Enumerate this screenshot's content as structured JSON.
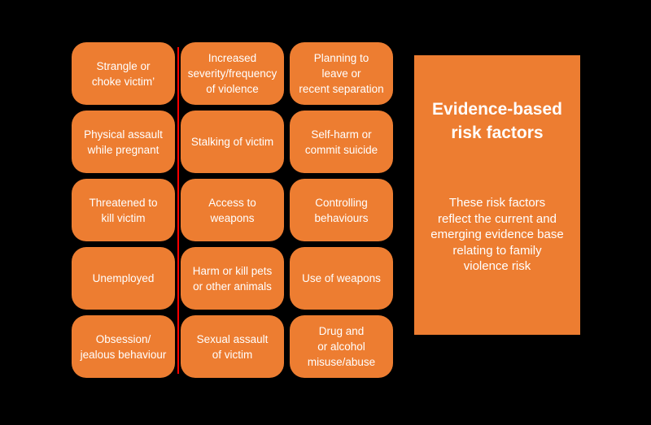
{
  "colors": {
    "accent_orange": "#ED7D31",
    "text_white": "#FFFFFF",
    "background_black": "#000000",
    "divider_red": "#FF0000"
  },
  "risk_grid": {
    "cells": [
      {
        "label": "Strangle or\nchoke victim’"
      },
      {
        "label": "Increased\nseverity/frequency\nof violence"
      },
      {
        "label": "Planning to\nleave or\nrecent separation"
      },
      {
        "label": "Physical assault\nwhile pregnant"
      },
      {
        "label": "Stalking of victim"
      },
      {
        "label": "Self-harm or\ncommit suicide"
      },
      {
        "label": "Threatened to\nkill victim"
      },
      {
        "label": "Access to\nweapons"
      },
      {
        "label": "Controlling\nbehaviours"
      },
      {
        "label": "Unemployed"
      },
      {
        "label": "Harm or kill pets\nor other animals"
      },
      {
        "label": "Use of weapons"
      },
      {
        "label": "Obsession/\njealous behaviour"
      },
      {
        "label": "Sexual assault\nof victim"
      },
      {
        "label": "Drug and\nor alcohol\nmisuse/abuse"
      }
    ]
  },
  "info_panel": {
    "title": "Evidence-based\nrisk factors",
    "body": "These risk factors\nreflect the current and\nemerging evidence base\nrelating to family\nviolence risk"
  }
}
